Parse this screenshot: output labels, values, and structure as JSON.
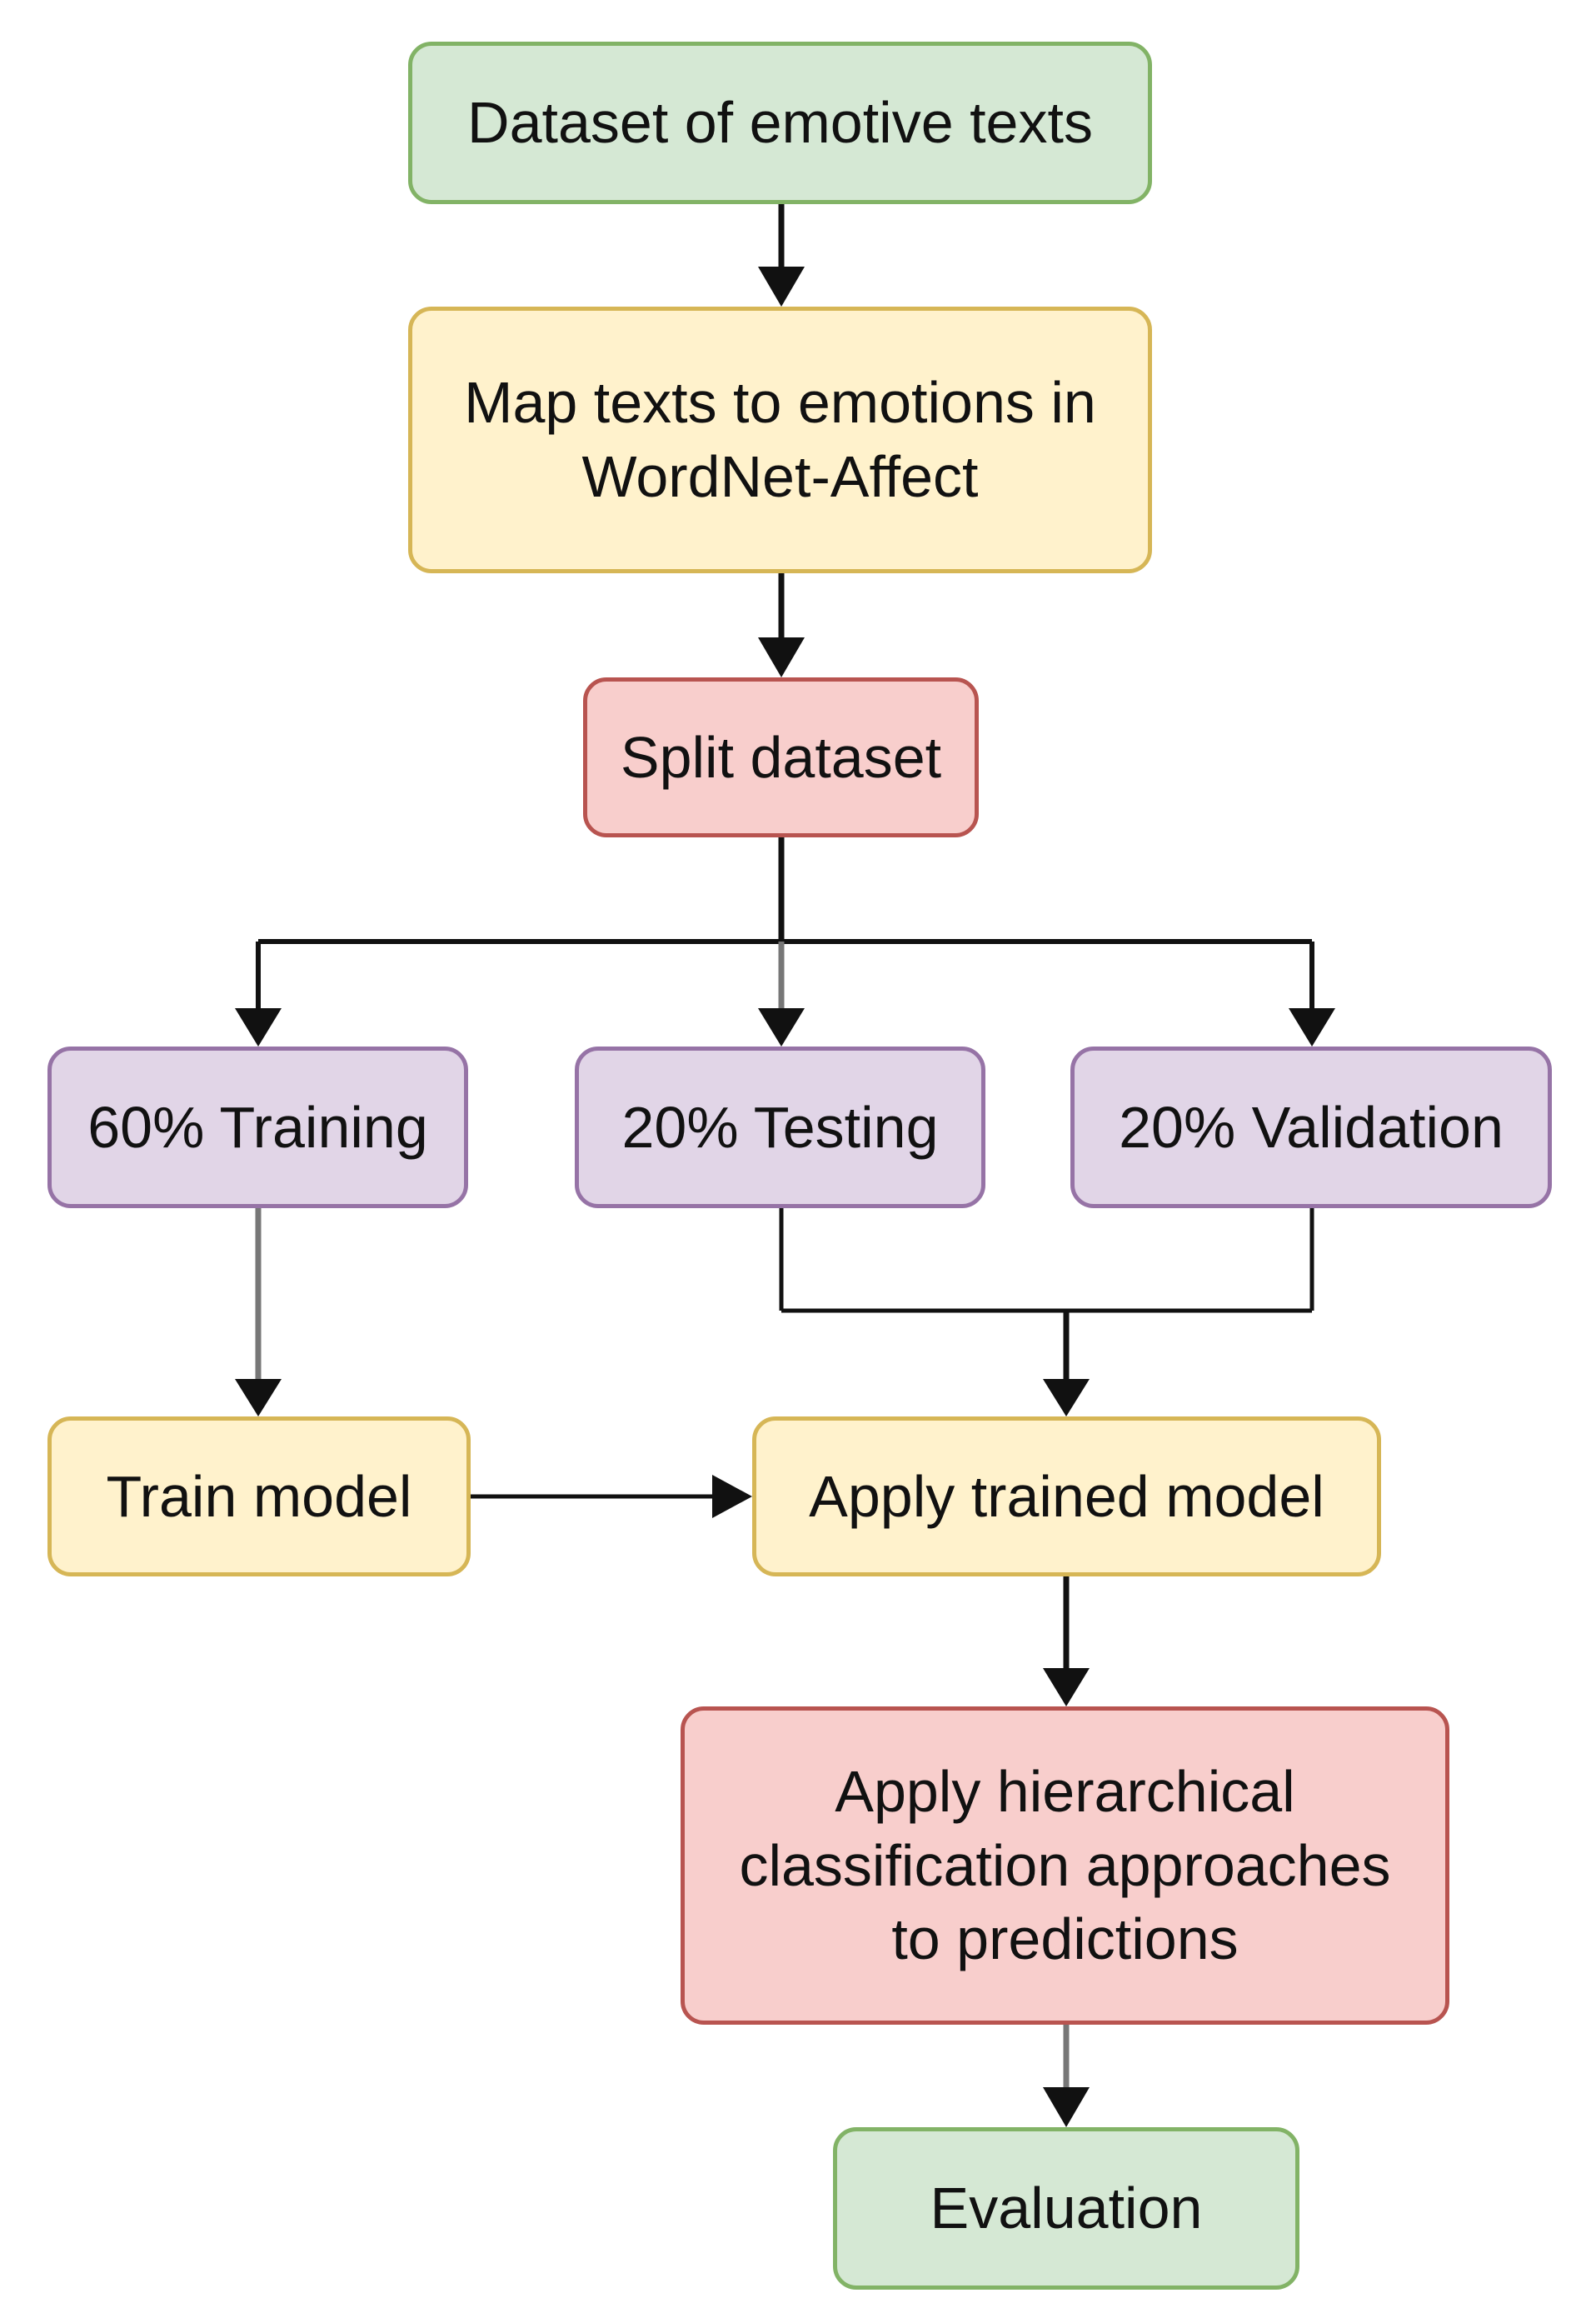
{
  "diagram": {
    "nodes": {
      "dataset": {
        "label": "Dataset of emotive texts",
        "color": "#d5e8d4"
      },
      "map": {
        "label": "Map texts to emotions in WordNet-Affect",
        "color": "#fff2cc"
      },
      "split": {
        "label": "Split dataset",
        "color": "#f8cecc"
      },
      "training": {
        "label": "60% Training",
        "color": "#e1d5e7"
      },
      "testing": {
        "label": "20% Testing",
        "color": "#e1d5e7"
      },
      "validation": {
        "label": "20% Validation",
        "color": "#e1d5e7"
      },
      "train_model": {
        "label": "Train model",
        "color": "#fff2cc"
      },
      "apply_model": {
        "label": "Apply trained model",
        "color": "#fff2cc"
      },
      "hierarchical": {
        "label": "Apply hierarchical classification approaches to predictions",
        "color": "#f8cecc"
      },
      "evaluation": {
        "label": "Evaluation",
        "color": "#d5e8d4"
      }
    },
    "edges": [
      {
        "from": "dataset",
        "to": "map"
      },
      {
        "from": "map",
        "to": "split"
      },
      {
        "from": "split",
        "to": "training"
      },
      {
        "from": "split",
        "to": "testing"
      },
      {
        "from": "split",
        "to": "validation"
      },
      {
        "from": "training",
        "to": "train_model"
      },
      {
        "from": "testing",
        "to": "apply_model"
      },
      {
        "from": "validation",
        "to": "apply_model"
      },
      {
        "from": "train_model",
        "to": "apply_model"
      },
      {
        "from": "apply_model",
        "to": "hierarchical"
      },
      {
        "from": "hierarchical",
        "to": "evaluation"
      }
    ]
  }
}
